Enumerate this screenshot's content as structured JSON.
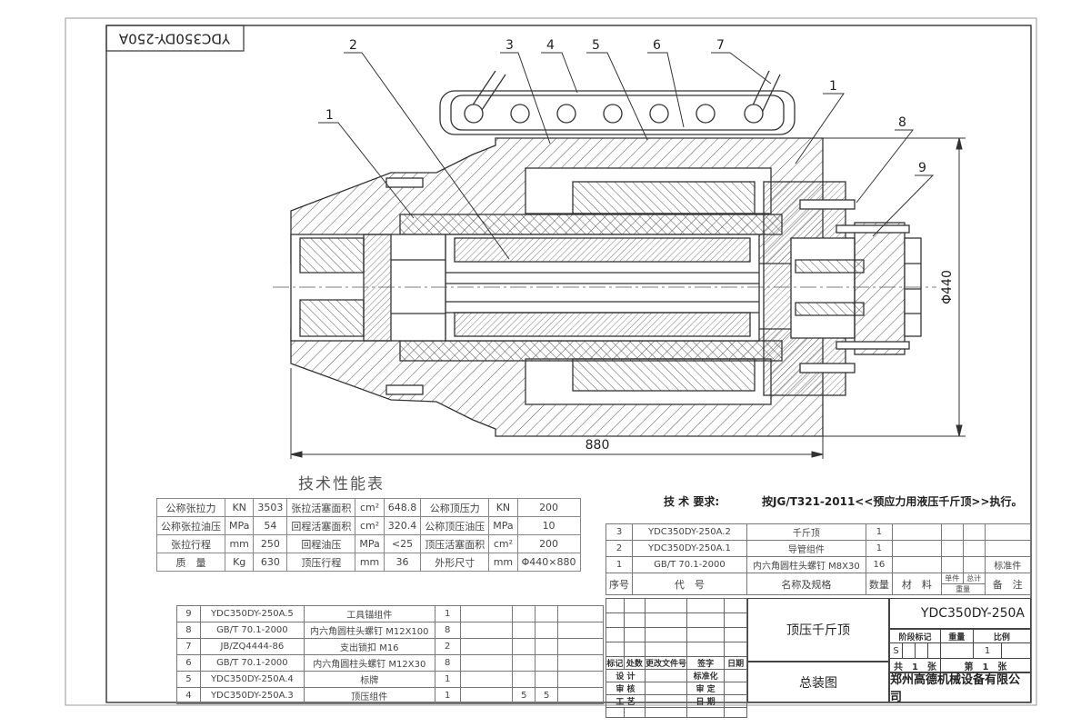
{
  "drawing": {
    "code_box": "YDC350DY-250A",
    "dims": {
      "length": "880",
      "diameter": "Φ440"
    },
    "callouts": [
      "1",
      "2",
      "3",
      "4",
      "5",
      "6",
      "1",
      "7",
      "8",
      "9"
    ]
  },
  "perf_table": {
    "title": "技术性能表",
    "rows": [
      [
        "公称张拉力",
        "KN",
        "3503",
        "张拉活塞面积",
        "cm²",
        "648.8",
        "公称顶压力",
        "KN",
        "200"
      ],
      [
        "公称张拉油压",
        "MPa",
        "54",
        "回程活塞面积",
        "cm²",
        "320.4",
        "公称顶压油压",
        "MPa",
        "10"
      ],
      [
        "张拉行程",
        "mm",
        "250",
        "回程油压",
        "MPa",
        "<25",
        "顶压活塞面积",
        "cm²",
        "200"
      ],
      [
        "质　量",
        "Kg",
        "630",
        "顶压行程",
        "mm",
        "36",
        "外形尺寸",
        "mm",
        "Φ440×880"
      ]
    ]
  },
  "tech_req": {
    "label": "技 术 要求:",
    "text": "按JG/T321-2011<<预应力用液压千斤顶>>执行。"
  },
  "parts_upper": [
    [
      "3",
      "YDC350DY-250A.2",
      "千斤顶",
      "1",
      "",
      "",
      "",
      ""
    ],
    [
      "2",
      "YDC350DY-250A.1",
      "导管组件",
      "1",
      "",
      "",
      "",
      ""
    ],
    [
      "1",
      "GB/T 70.1-2000",
      "内六角圆柱头螺钉 M8X30",
      "16",
      "",
      "",
      "",
      "标准件"
    ]
  ],
  "parts_header": [
    "序号",
    "代　号",
    "名称及规格",
    "数量",
    "材　料",
    "单件",
    "总计",
    "重量",
    "备　注"
  ],
  "parts_lower": [
    [
      "9",
      "YDC350DY-250A.5",
      "工具锚组件",
      "1"
    ],
    [
      "8",
      "GB/T 70.1-2000",
      "内六角圆柱头螺钉 M12X100",
      "8"
    ],
    [
      "7",
      "JB/ZQ4444-86",
      "支出锁扣 M16",
      "2"
    ],
    [
      "6",
      "GB/T 70.1-2000",
      "内六角圆柱头螺钉 M12X30",
      "8"
    ],
    [
      "5",
      "YDC350DY-250A.4",
      "标牌",
      "1"
    ],
    [
      "4",
      "YDC350DY-250A.3",
      "顶压组件",
      "1",
      "",
      "5",
      "5"
    ]
  ],
  "title_block": {
    "code": "YDC350DY-250A",
    "name": "顶压千斤顶",
    "sub_name": "总装图",
    "company": "郑州高德机械设备有限公司",
    "stage_header": [
      "阶段标记",
      "重量",
      "比例"
    ],
    "stage_mark": "S",
    "scale": "1",
    "sheets_total": "共　1　张",
    "sheet_no": "第　1　张",
    "rev_header": [
      "标记",
      "处数",
      "更改文件号",
      "签字",
      "日期"
    ],
    "roles": [
      "设 计",
      "审 核",
      "工 艺"
    ],
    "roles2": [
      "标准化",
      "审 定",
      "日 期"
    ]
  },
  "colors": {
    "line": "#333333",
    "hatch": "#555555",
    "table": "#777777"
  }
}
